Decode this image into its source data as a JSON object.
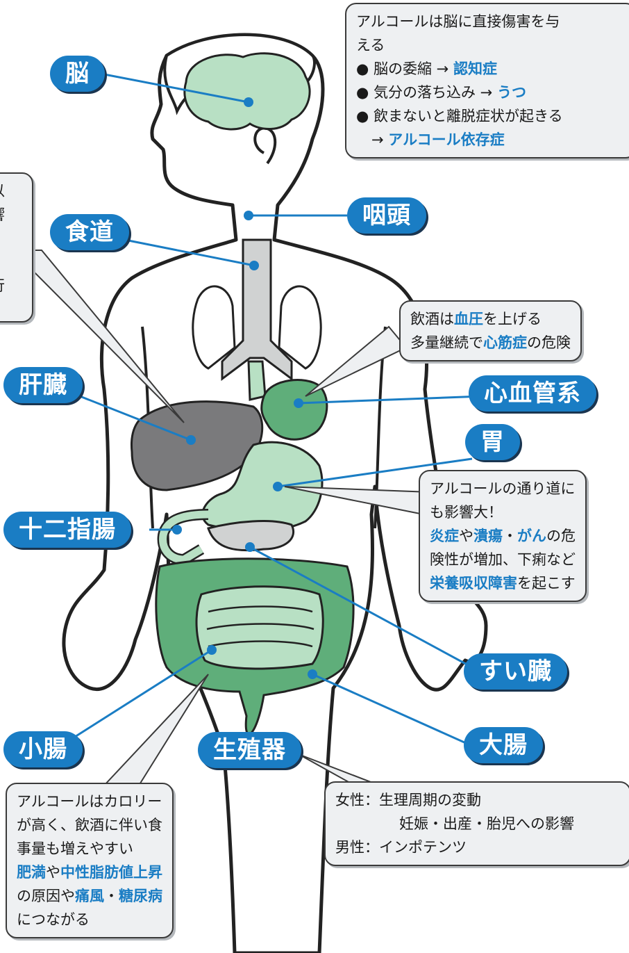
{
  "labels": {
    "brain": "脳",
    "pharynx": "咽頭",
    "esophagus": "食道",
    "liver": "肝臓",
    "cardio": "心血管系",
    "stomach": "胃",
    "duodenum": "十二指腸",
    "pancreas": "すい臓",
    "small_intestine": "小腸",
    "genital": "生殖器",
    "large_intestine": "大腸"
  },
  "brain_box": {
    "line1": "アルコールは脳に直接傷害を与",
    "line2": "える",
    "b1_pre": "● 脳の委縮 → ",
    "b1_hl": "認知症",
    "b2_pre": "● 気分の落ち込み → ",
    "b2_hl": "うつ",
    "b3": "● 飲まないと離脱症状が起きる",
    "b4_pre": "→ ",
    "b4_hl": "アルコール依存症"
  },
  "liver_box": {
    "line1": "以",
    "line2": "響",
    "line3": "行"
  },
  "cardio_box": {
    "l1_a": "飲酒は",
    "l1_hl": "血圧",
    "l1_b": "を上げる",
    "l2_a": "多量継続で",
    "l2_hl": "心筋症",
    "l2_b": "の危険"
  },
  "stomach_box": {
    "line1": "アルコールの通り道に",
    "line2": "も影響大！",
    "l3_hl1": "炎症",
    "l3_a": "や",
    "l3_hl2": "潰瘍",
    "l3_b": "・",
    "l3_hl3": "がん",
    "l3_c": "の危",
    "line4": "険性が増加、下痢など",
    "l5_hl": "栄養吸収障害",
    "l5_a": "を起こす"
  },
  "calorie_box": {
    "line1": "アルコールはカロリー",
    "line2": "が高く、飲酒に伴い食",
    "line3": "事量も増えやすい",
    "l4_hl1": "肥満",
    "l4_a": "や",
    "l4_hl2": "中性脂肪値上昇",
    "l5_a": "の原因や",
    "l5_hl1": "痛風",
    "l5_b": "・",
    "l5_hl2": "糖尿病",
    "line6": "につながる"
  },
  "genital_box": {
    "line1": "女性：生理周期の変動",
    "line2": "妊娠・出産・胎児への影響",
    "line3": "男性：インポテンツ"
  },
  "colors": {
    "label_bg": "#1a7dc4",
    "highlight": "#1a7dc4",
    "organ_green": "#b8e0c4",
    "intestine_green": "#5fae7a",
    "liver_gray": "#7a7a7c",
    "airway_gray": "#d0d2d2",
    "callout_bg": "#eef0f2"
  }
}
